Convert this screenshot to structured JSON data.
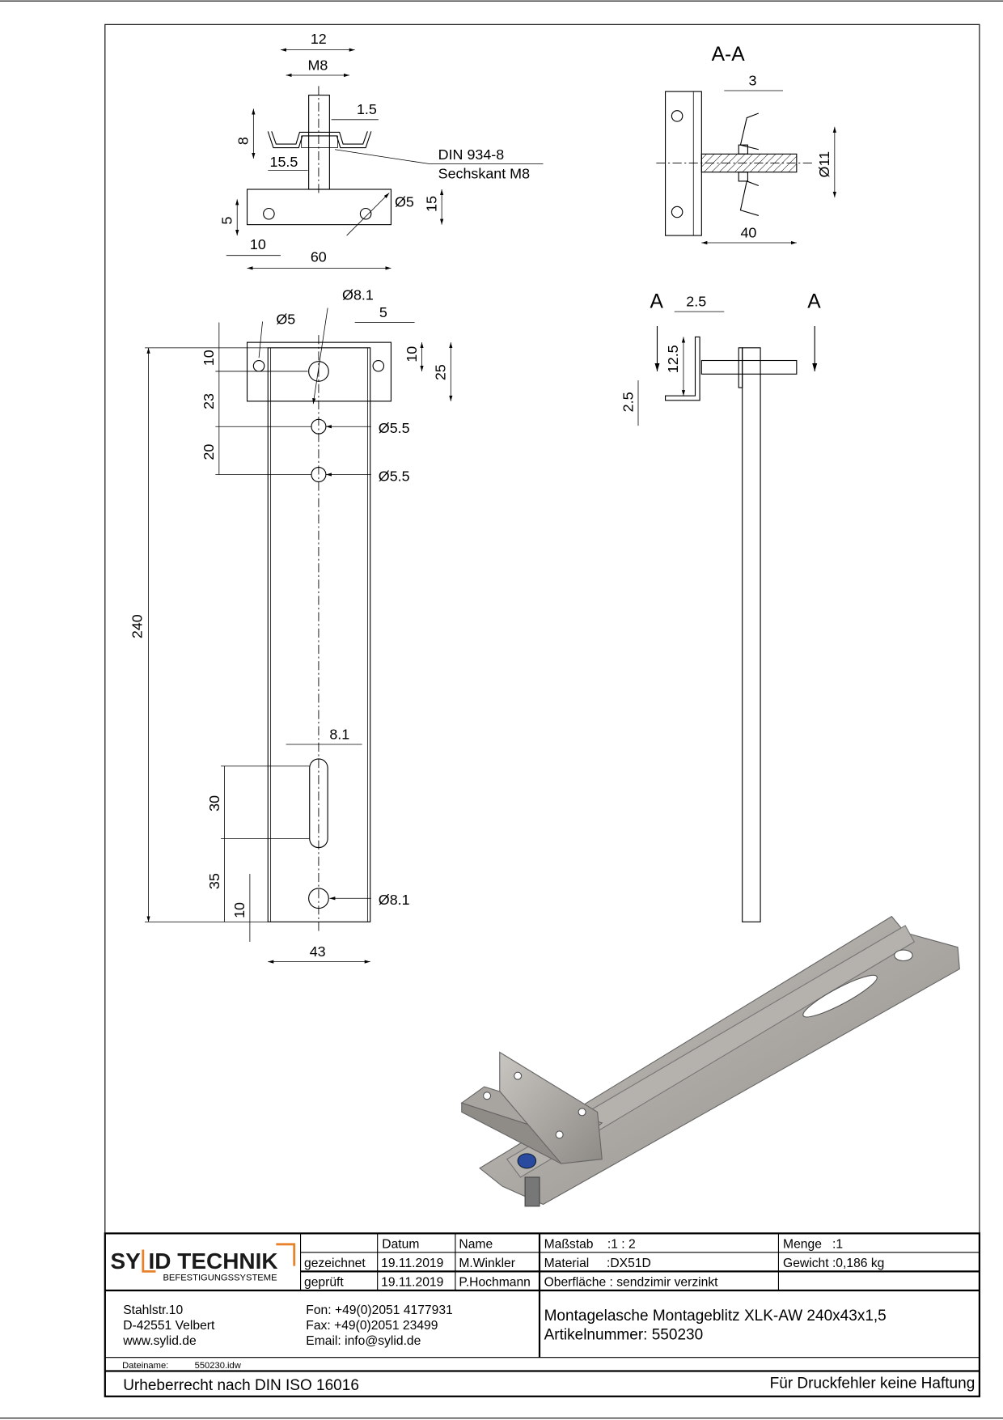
{
  "drawing": {
    "top_view": {
      "d12": "12",
      "m8": "M8",
      "d1_5": "1.5",
      "d8": "8",
      "d15_5": "15.5",
      "nut_line1": "DIN 934-8",
      "nut_line2": "Sechskant M8",
      "d5": "5",
      "d10": "10",
      "d60": "60",
      "phi5": "Ø5",
      "d15": "15"
    },
    "section": {
      "title": "A-A",
      "d3": "3",
      "phi11": "Ø11",
      "d40": "40"
    },
    "side_view": {
      "a_left": "A",
      "a_right": "A",
      "d2_5": "2.5",
      "d12_5": "12.5",
      "d2_5b": "2.5"
    },
    "front_view": {
      "phi8_1_top": "Ø8.1",
      "phi5": "Ø5",
      "d5": "5",
      "d10_r": "10",
      "d25": "25",
      "d10_l": "10",
      "d23": "23",
      "d20": "20",
      "phi5_5a": "Ø5.5",
      "phi5_5b": "Ø5.5",
      "d240": "240",
      "d8_1": "8.1",
      "d30": "30",
      "d35": "35",
      "d10_b": "10",
      "phi8_1_bot": "Ø8.1",
      "d43": "43"
    }
  },
  "title_block": {
    "logo_main_left": "SY",
    "logo_main_right": "ID TECHNIK",
    "logo_sub": "BEFESTIGUNGSSYSTEME",
    "brand_color": "#e8822a",
    "head_datum": "Datum",
    "head_name": "Name",
    "row1_label": "gezeichnet",
    "row1_date": "19.11.2019",
    "row1_name": "M.Winkler",
    "row2_label": "geprüft",
    "row2_date": "19.11.2019",
    "row2_name": "P.Hochmann",
    "massstab": "Maßstab    :1 : 2",
    "material": "Material     :DX51D",
    "oberflaeche": "Oberfläche : sendzimir verzinkt",
    "menge": "Menge   :1",
    "gewicht": "Gewicht :0,186 kg",
    "address": [
      "Stahlstr.10",
      "D-42551 Velbert",
      "www.sylid.de"
    ],
    "contact": [
      "Fon: +49(0)2051 4177931",
      "Fax: +49(0)2051 23499",
      "Email: info@sylid.de"
    ],
    "part_title": "Montagelasche Montageblitz XLK-AW 240x43x1,5",
    "article": "Artikelnummer: 550230",
    "filename_label": "Dateiname:",
    "filename": "550230.idw",
    "copyright": "Urheberrecht nach DIN ISO 16016",
    "disclaimer": "Für Druckfehler keine Haftung"
  }
}
